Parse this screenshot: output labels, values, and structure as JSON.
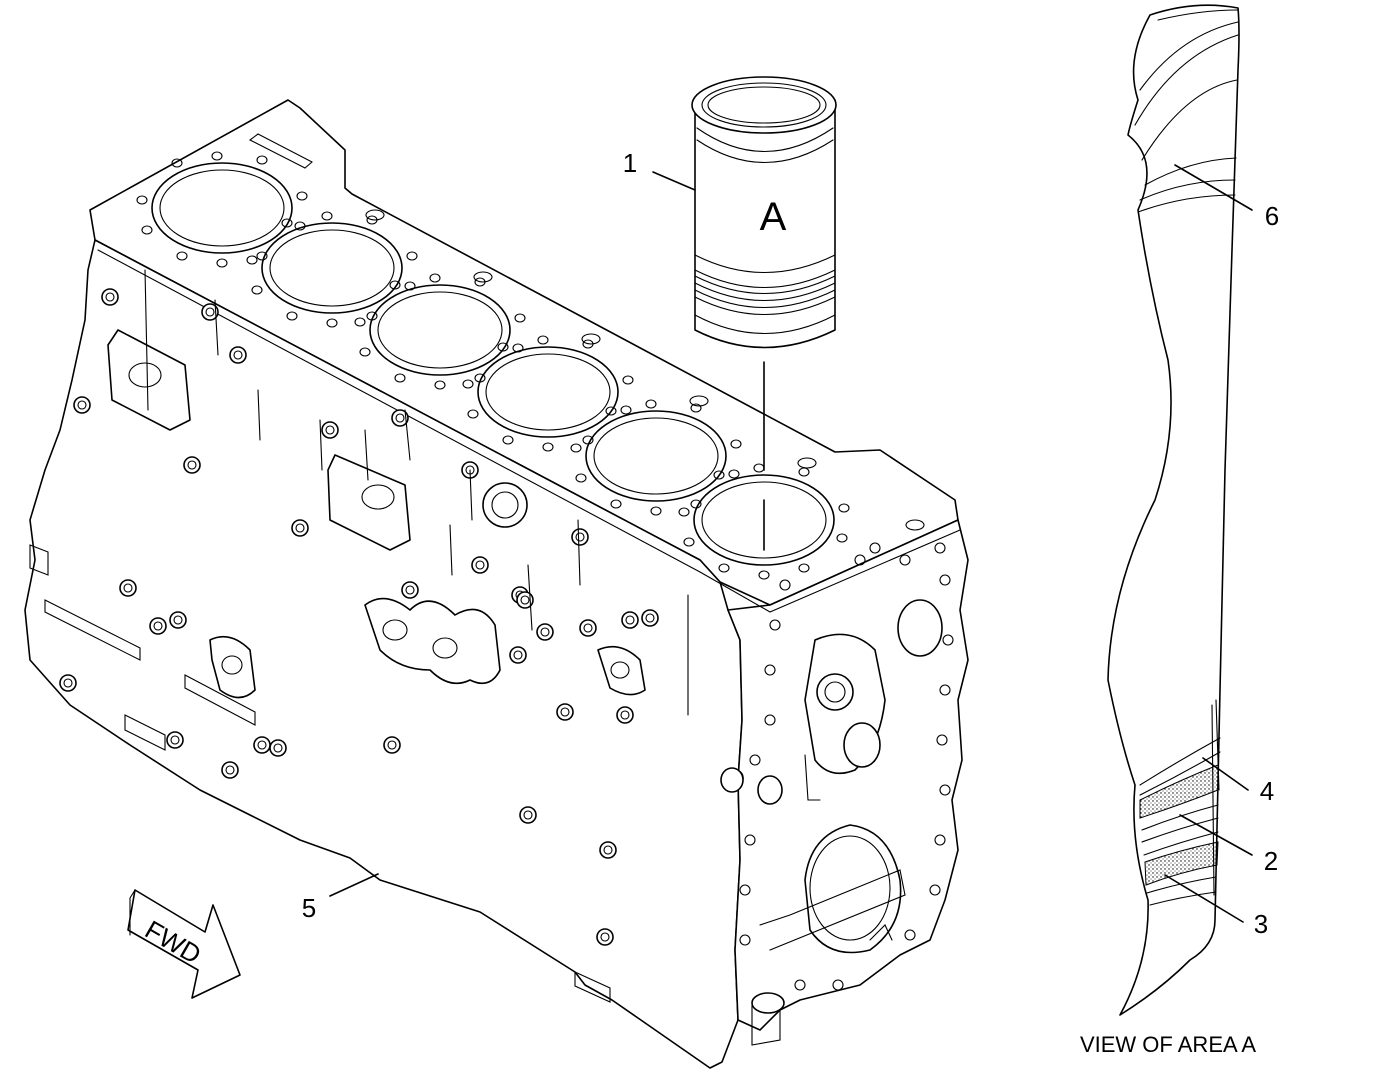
{
  "callouts": [
    {
      "id": "1",
      "label": "1"
    },
    {
      "id": "2",
      "label": "2"
    },
    {
      "id": "3",
      "label": "3"
    },
    {
      "id": "4",
      "label": "4"
    },
    {
      "id": "5",
      "label": "5"
    },
    {
      "id": "6",
      "label": "6"
    }
  ],
  "liner_detail_marker": "A",
  "view_caption": "VIEW OF AREA A",
  "direction_arrow_label": "FWD"
}
